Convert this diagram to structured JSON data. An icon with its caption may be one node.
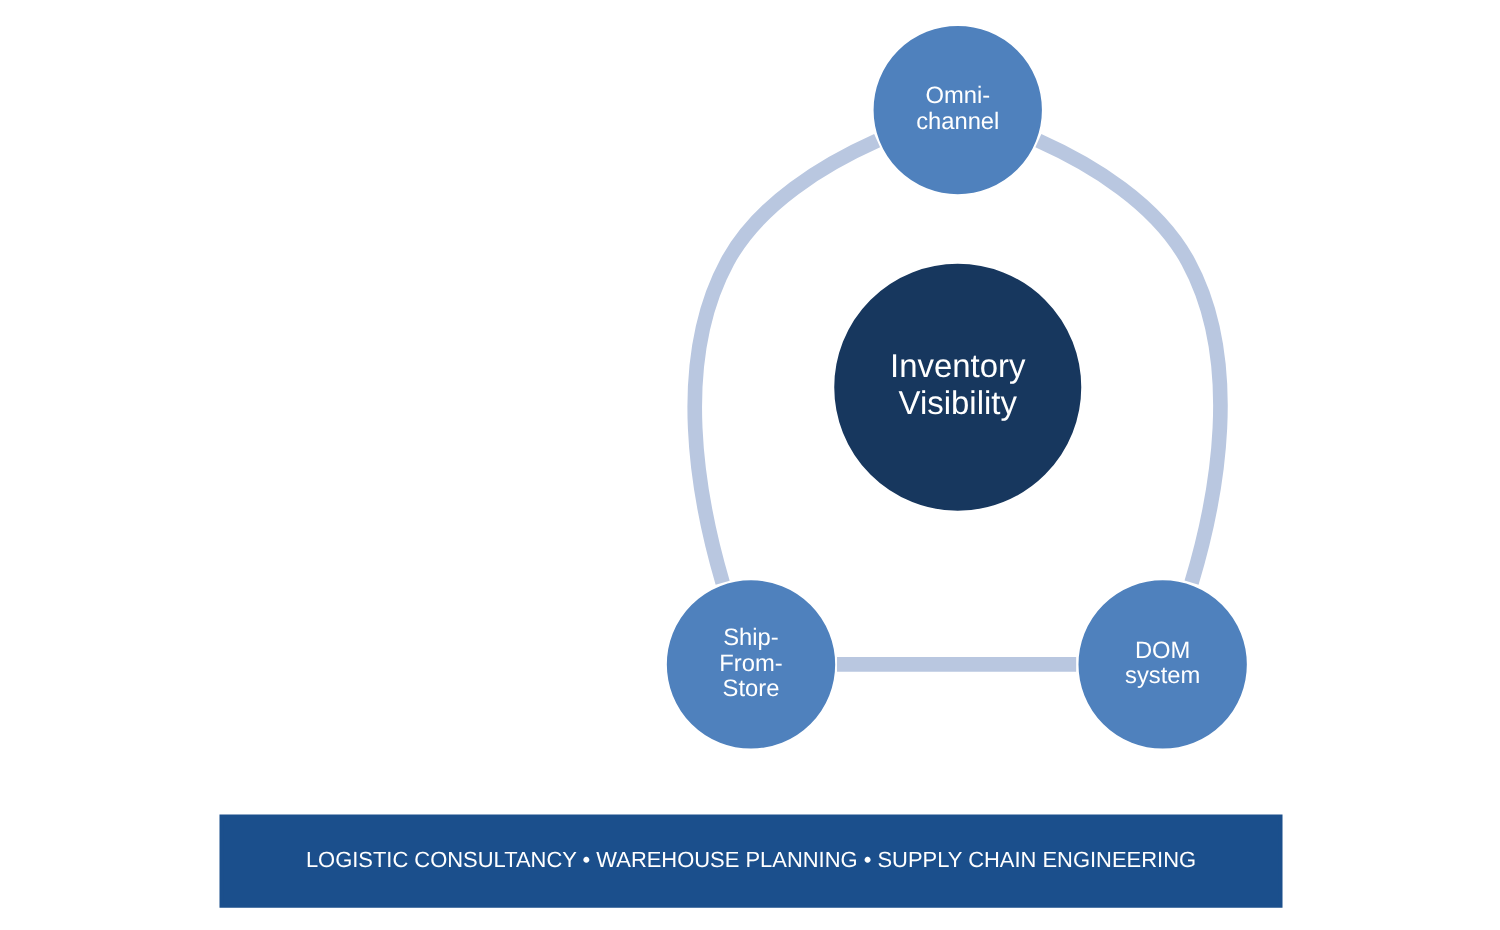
{
  "diagram": {
    "nodes": [
      {
        "text": [
          "Omni-channel"
        ]
      },
      {
        "text": [
          "Inventory Visibility"
        ]
      },
      {
        "text": [
          "Ship-From-Store"
        ]
      },
      {
        "text": [
          "DOM system"
        ]
      }
    ],
    "edges": [
      {
        "from": 0,
        "to": 3,
        "arrow": "none"
      },
      {
        "from": 3,
        "to": 2,
        "arrow": "none"
      },
      {
        "from": 2,
        "to": 0,
        "arrow": "none"
      }
    ],
    "labels": [
      "LOGISTIC CONSULTANCY • WAREHOUSE PLANNING • SUPPLY CHAIN ENGINEERING"
    ]
  }
}
